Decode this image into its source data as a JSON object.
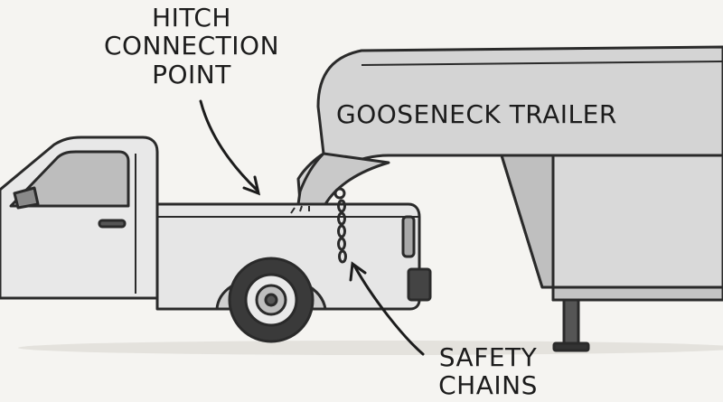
{
  "labels": {
    "hitch_line1": "HITCH",
    "hitch_line2": "CONNECTION",
    "hitch_line3": "POINT",
    "trailer": "GOOSENECK TRAILER",
    "chains_line1": "SAFETY",
    "chains_line2": "CHAINS"
  },
  "colors": {
    "background": "#f5f4f1",
    "outline": "#2a2a2a",
    "truck_body": "#e6e6e6",
    "trailer_body": "#d4d4d4",
    "tire": "#3a3a3a",
    "window": "#bdbdbd"
  }
}
